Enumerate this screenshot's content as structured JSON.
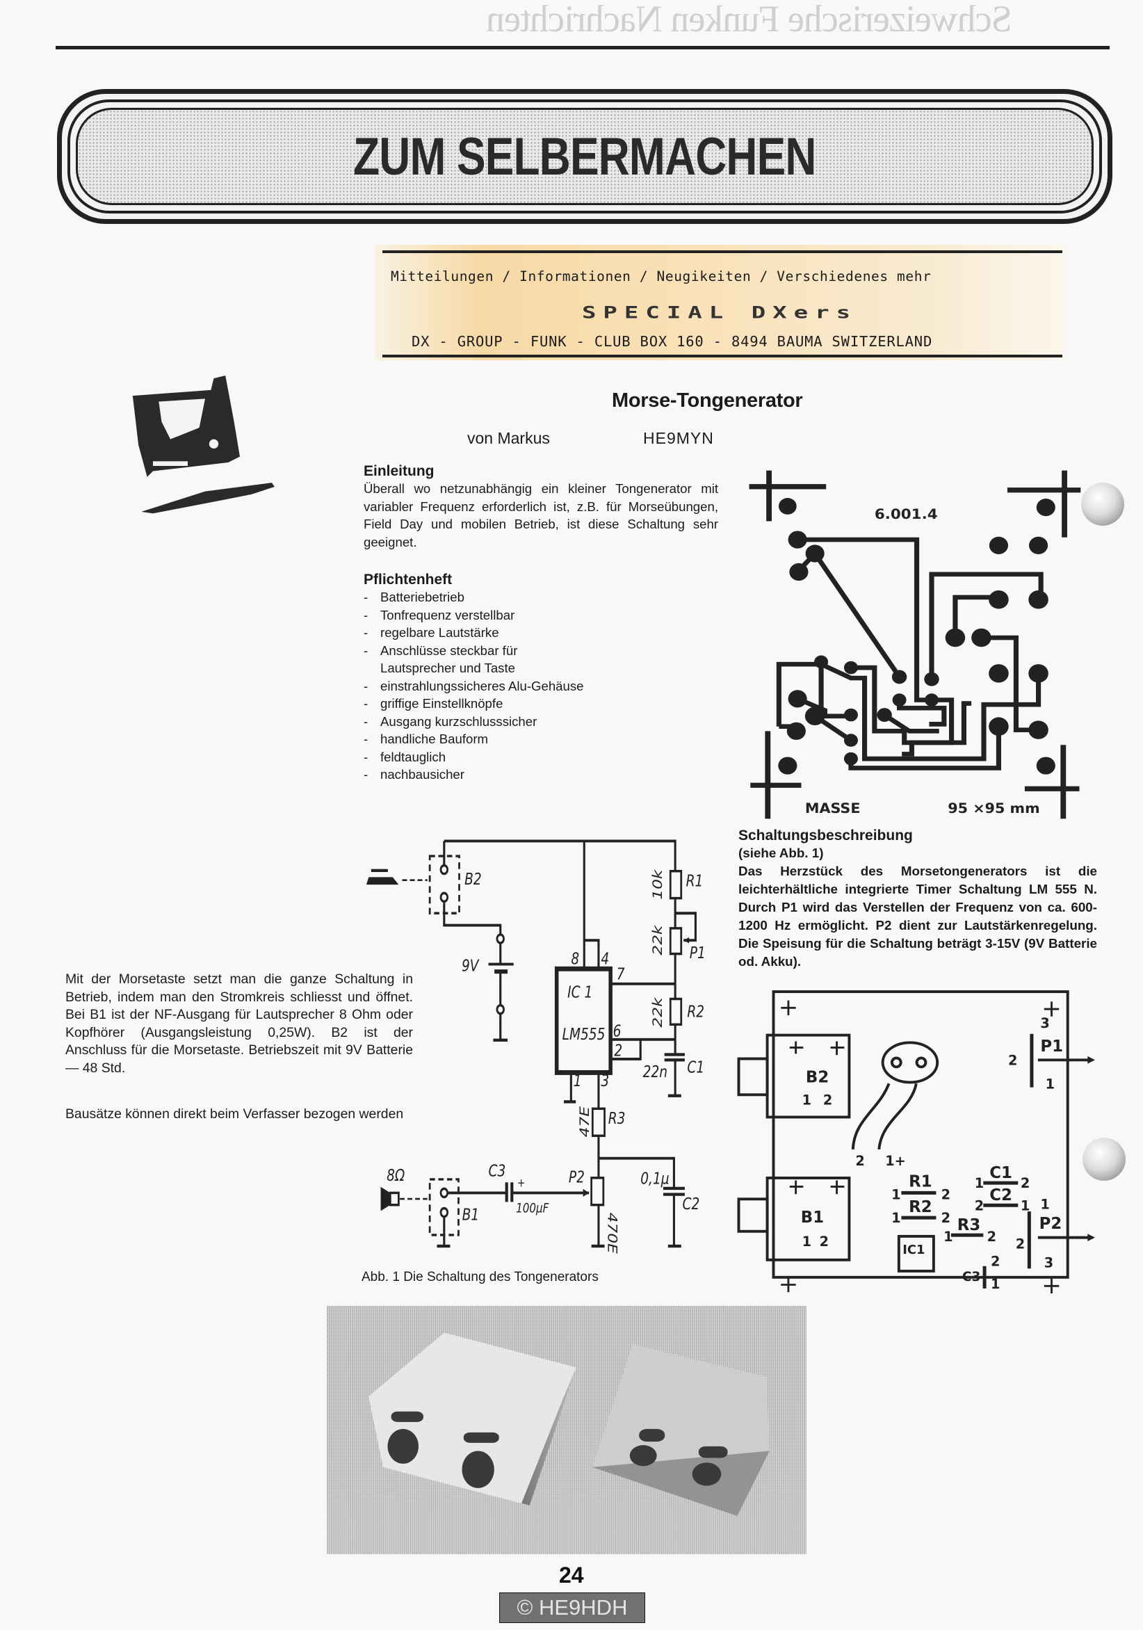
{
  "header": {
    "ghost_title": "Schweizerische Funken Nachrichten"
  },
  "banner": {
    "title": "ZUM SELBERMACHEN"
  },
  "club_box": {
    "tagline": "Mitteilungen / Informationen / Neugikeiten / Verschiedenes mehr",
    "logo": "SPECIAL DXers",
    "address": "DX - GROUP - FUNK - CLUB  BOX 160 - 8494 BAUMA  SWITZERLAND"
  },
  "article": {
    "title": "Morse-Tongenerator",
    "author": "von Markus",
    "callsign": "HE9MYN",
    "intro": {
      "heading": "Einleitung",
      "text": "Überall wo netzunabhängig ein kleiner Tongenerator mit variabler Frequenz erforderlich ist, z.B. für Morseübungen, Field Day und mobilen Betrieb, ist diese Schaltung sehr geeignet."
    },
    "spec": {
      "heading": "Pflichtenheft",
      "items": [
        "Batteriebetrieb",
        "Tonfrequenz verstellbar",
        "regelbare Lautstärke",
        "Anschlüsse steckbar für Lautsprecher und Taste",
        "einstrahlungssicheres Alu-Gehäuse",
        "griffige Einstellknöpfe",
        "Ausgang kurzschlusssicher",
        "handliche Bauform",
        "feldtauglich",
        "nachbausicher"
      ]
    },
    "description": {
      "heading": "Schaltungsbeschreibung",
      "subheading": "(siehe Abb. 1)",
      "text": "Das Herzstück des Morsetongenerators ist die leichterhältliche integrierte Timer Schaltung LM 555 N. Durch P1 wird das Verstellen der Frequenz von ca. 600-1200 Hz ermöglicht. P2 dient zur Lautstärkenregelung. Die Speisung für die Schaltung beträgt 3-15V (9V Batterie od. Akku)."
    },
    "operation_text": "Mit der Morsetaste setzt man die ganze Schaltung in Betrieb, indem man den Stromkreis schliesst und öffnet. Bei B1 ist der NF-Ausgang für Lautsprecher 8 Ohm oder Kopfhörer (Ausgangsleistung 0,25W). B2 ist der Anschluss für die Morsetaste. Betriebszeit mit 9V Batterie — 48 Std.",
    "kits_text": "Bausätze können direkt beim Verfasser bezogen werden"
  },
  "pcb": {
    "code": "6.001.4",
    "ground_label": "MASSE",
    "size": "95 ×95 mm"
  },
  "schematic": {
    "caption": "Abb. 1 Die Schaltung des Tongenerators",
    "b2": "B2",
    "battery": "9V",
    "ic": "IC 1",
    "ic_type": "LM555",
    "pin8": "8",
    "pin4": "4",
    "pin7": "7",
    "pin6": "6",
    "pin2": "2",
    "pin1": "1",
    "pin3": "3",
    "r1": "R1",
    "r1_value": "10k",
    "p1": "P1",
    "p1_value": "22k",
    "r2": "R2",
    "r2_value": "22k",
    "c1": "C1",
    "c1_value": "22n",
    "r3": "R3",
    "r3_value": "47E",
    "p2": "P2",
    "p2_value": "470E",
    "c2": "C2",
    "c2_value": "0,1µ",
    "c3": "C3",
    "c3_value": "100µF",
    "b1": "B1",
    "speaker": "8Ω"
  },
  "layout": {
    "b2": "B2",
    "b1": "B1",
    "r1": "R1",
    "r2": "R2",
    "r3": "R3",
    "c1": "C1",
    "c2": "C2",
    "c3": "C3",
    "ic": "IC1",
    "p1": "P1",
    "p2": "P2",
    "pins": [
      "1",
      "2",
      "3",
      "1+"
    ]
  },
  "footer": {
    "page_number": "24",
    "watermark": "© HE9HDH"
  }
}
